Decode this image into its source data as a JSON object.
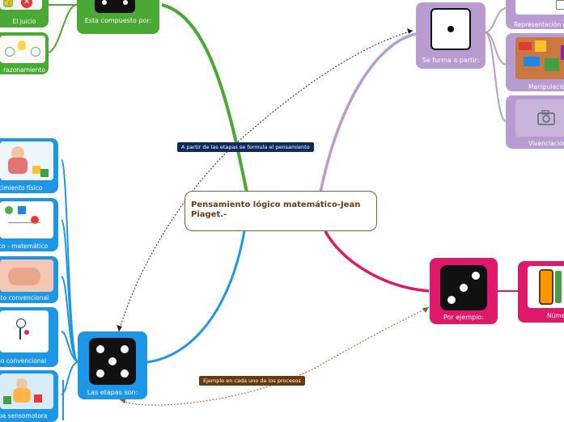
{
  "central_topic": "Pensamiento lógico matemático-Jean Piaget.-",
  "branches": {
    "green": {
      "label": "Esta compuesto por:",
      "children": [
        "El juicio",
        "razonamiento"
      ]
    },
    "purple": {
      "label": "Se forma a partir:",
      "children": [
        "Representación g",
        "Manipulación",
        "Vivenciación"
      ]
    },
    "blue": {
      "label": "Las etapas son:",
      "children": [
        "conocimiento físico",
        "co - matemático",
        "nto convencional",
        "no convencional",
        "pa sensomotora"
      ]
    },
    "pink": {
      "label": "Por ejemplo:",
      "children": [
        "Núme"
      ]
    }
  },
  "relationships": [
    {
      "label": "A partir de las etapas se formula el pensamiento"
    },
    {
      "label": "Ejemplo en cada uno de los procesos"
    }
  ],
  "colors": {
    "green": "#4aa834",
    "purple": "#b89bd0",
    "blue": "#1e96e6",
    "pink": "#e0186a",
    "center_border": "#8b5a2b",
    "navy": "#0d2a5c",
    "brown": "#6a3a0a"
  }
}
